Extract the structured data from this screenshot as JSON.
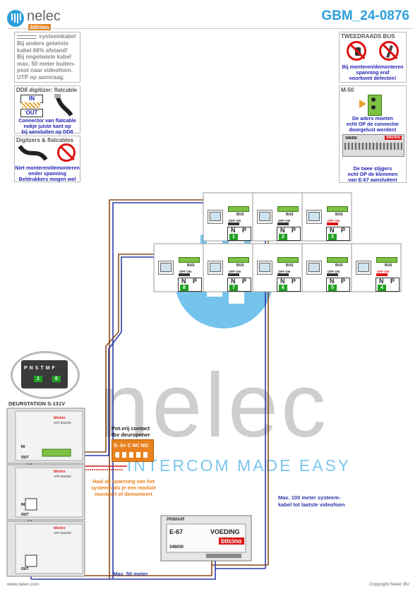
{
  "header": {
    "brand": "nelec",
    "brand_tagline": "INTERCOM MADE EASY",
    "brand_sub": "bticino",
    "doc_code": "GBM_24-0876"
  },
  "panels": {
    "systeemkabel": {
      "title": "systeemkabel",
      "text": "Bij andere getwiste\nkabel 66% afstand!\nBij ongetwiste kabel\nmax. 50 meter buiten-\npost naar videofoon.\nUTP op aanvraag."
    },
    "dd8": {
      "title": "DD8 digitizer: flatcable",
      "in_label": "IN",
      "out_label": "OUT",
      "text": "Connector van flatcable\nnokje juiste kant op\nbij aansluiten op DD8"
    },
    "digitizers": {
      "title": "Digitzers & flatcables",
      "text": "Niet monteren/demonteren\nonder spanning\nBeldrukkers mogen wel"
    },
    "tweedraads": {
      "title": "TWEEDRAADS BUS",
      "text": "Bij monteren/demonteren\nspanning eraf\nvoorkomt defecten!"
    },
    "m50": {
      "title": "M-50",
      "text": "De aders moeten\necht OP de connector\ndoorgelust worden!",
      "module_code": "346050",
      "module_brand": "bticino",
      "stijgers_text": "De twee stijgers\necht OP de klemmen\nvan E-67 aansluiten!"
    }
  },
  "monitors": {
    "bus_label": "BUS",
    "offon_label": "OFF ON",
    "n_label": "N",
    "p_label": "P",
    "top_row": [
      "1",
      "2",
      "3"
    ],
    "bottom_row": [
      "8",
      "7",
      "6",
      "5",
      "4"
    ]
  },
  "entrance": {
    "station_label": "DEURSTATION S-131V",
    "dip_labels": [
      "P",
      "N",
      "S",
      "T",
      "M",
      "F"
    ],
    "dip_value": "1",
    "dip_value2": "0",
    "module_code": "ART.352100",
    "module_code_2": "ART.352200",
    "in_label": "IN",
    "out_label": "OUT",
    "brand": "bticino"
  },
  "contact": {
    "title": "Pot.vrij contact\ntbv deuropener",
    "terminals": "S- S+ C NC NO"
  },
  "warning_power": "Haal de spanning van het\nsysteem als je een module\nmonteert of demonteert",
  "power_supply": {
    "primair": "PRIMAIR",
    "model": "E-67",
    "label": "VOEDING",
    "code": "346050",
    "brand": "bticino"
  },
  "cable_notes": {
    "max100": "Max. 100 meter systeem-\nkabel tot laatste videofoon",
    "max50": "Max. 50 meter"
  },
  "footer": {
    "website": "www.nelec.com",
    "copyright": "Copyright Nelec BV"
  },
  "colors": {
    "accent_blue": "#2d9fdc",
    "warn_text_blue": "#2323b5",
    "orange": "#e8821e",
    "wire_brown": "#8a4a1a",
    "wire_blue": "#2c3aa8",
    "red": "#d11a1a"
  }
}
